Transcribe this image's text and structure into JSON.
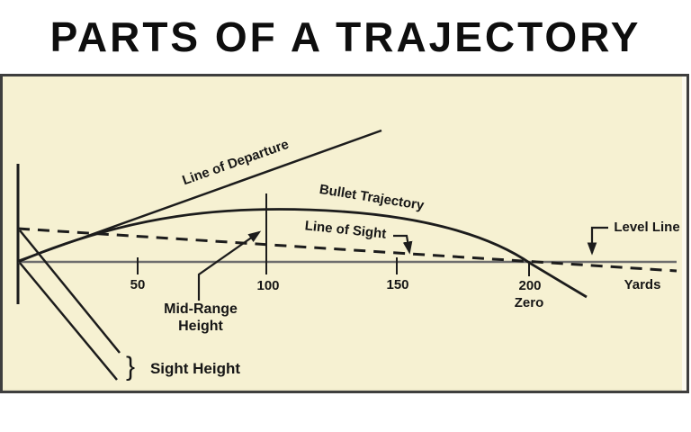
{
  "title": "PARTS OF A TRAJECTORY",
  "diagram": {
    "labels": {
      "line_of_departure": "Line of Departure",
      "bullet_trajectory": "Bullet Trajectory",
      "line_of_sight": "Line of Sight",
      "level_line": "Level Line",
      "mid_range_line1": "Mid-Range",
      "mid_range_line2": "Height",
      "sight_height": "Sight Height",
      "sight_height_brace": "}",
      "zero": "Zero",
      "axis_unit": "Yards"
    },
    "axis_ticks": [
      "50",
      "100",
      "150",
      "200"
    ],
    "colors": {
      "panel_bg": "#f6f1d2",
      "ink": "#1c1c1c",
      "level": "#6e6e6e",
      "border": "#3e3e3e",
      "page": "#ffffff"
    }
  }
}
